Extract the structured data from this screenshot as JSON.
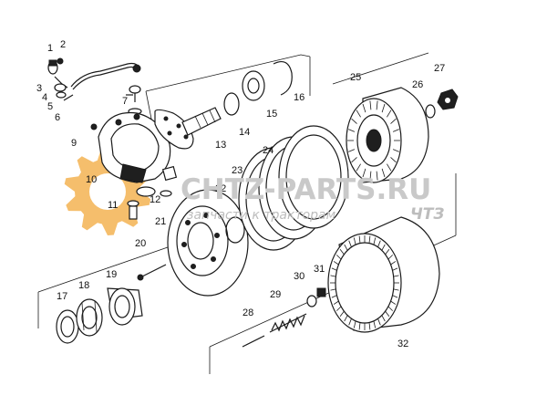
{
  "callouts": [
    "1",
    "2",
    "3",
    "4",
    "5",
    "6",
    "7",
    "8",
    "9",
    "10",
    "11",
    "12",
    "13",
    "14",
    "15",
    "16",
    "17",
    "18",
    "19",
    "20",
    "21",
    "22",
    "23",
    "24",
    "25",
    "26",
    "27",
    "28",
    "29",
    "30",
    "31",
    "32"
  ],
  "watermark": {
    "brand": "CHTZ-PARTS.RU",
    "tagline": "запчасти к тракторам",
    "mark": "ЧТЗ",
    "gear_color": "#f2a93b"
  },
  "colors": {
    "ink": "#1a1a1a",
    "background": "#ffffff"
  }
}
